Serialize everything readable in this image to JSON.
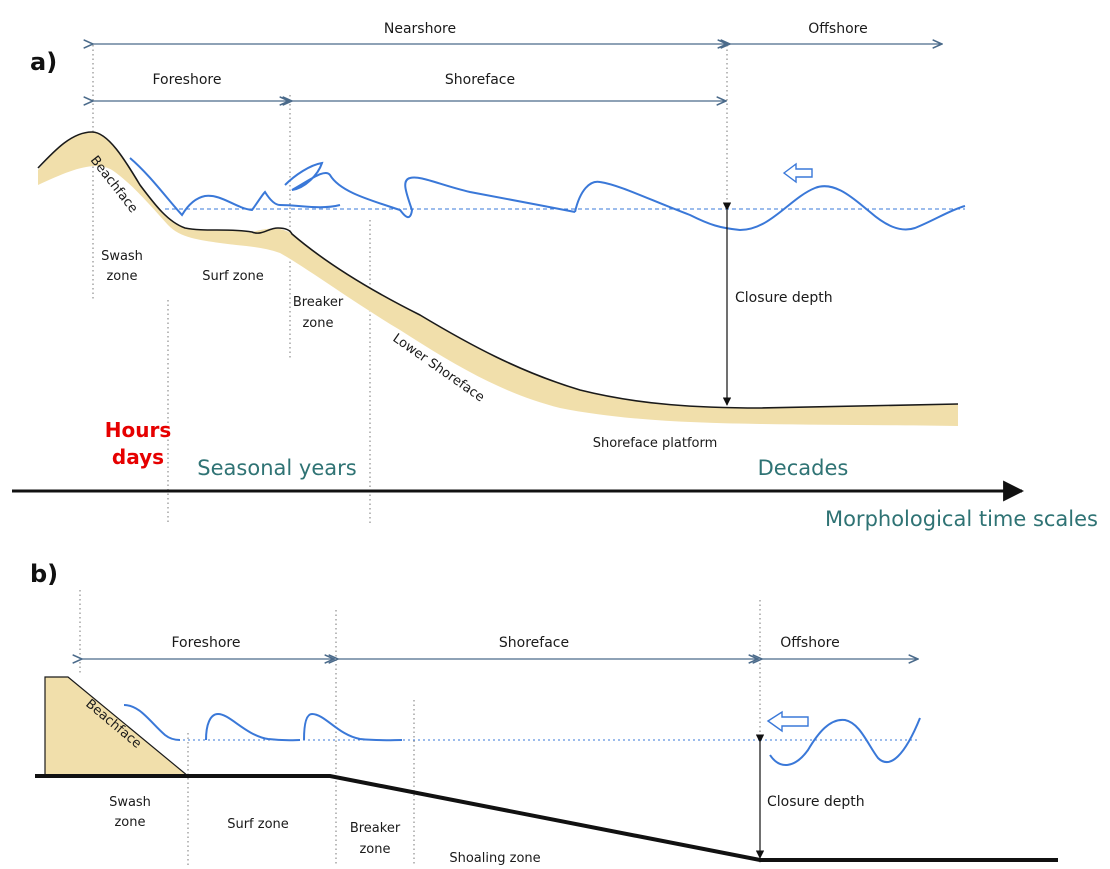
{
  "colors": {
    "sand": "#f1dfab",
    "wave": "#3a78d8",
    "dimension_line": "#4a6a8a",
    "red_label": "#e60000",
    "teal_label": "#2f7374"
  },
  "panel_a": {
    "tag": "a)",
    "zones_top": {
      "nearshore": "Nearshore",
      "offshore": "Offshore"
    },
    "zones_mid": {
      "foreshore": "Foreshore",
      "shoreface": "Shoreface"
    },
    "beachface": "Beachface",
    "swash_1": "Swash",
    "swash_2": "zone",
    "surf": "Surf zone",
    "breaker_1": "Breaker",
    "breaker_2": "zone",
    "lower_shoreface": "Lower Shoreface",
    "shoreface_platform": "Shoreface platform",
    "closure_depth": "Closure depth"
  },
  "timescales": {
    "hours": "Hours",
    "days": "days",
    "seasonal": "Seasonal years",
    "decades": "Decades",
    "axis": "Morphological time scales"
  },
  "panel_b": {
    "tag": "b)",
    "foreshore": "Foreshore",
    "shoreface": "Shoreface",
    "offshore": "Offshore",
    "beachface": "Beachface",
    "swash_1": "Swash",
    "swash_2": "zone",
    "surf": "Surf zone",
    "breaker_1": "Breaker",
    "breaker_2": "zone",
    "shoaling": "Shoaling zone",
    "closure_depth": "Closure depth"
  }
}
